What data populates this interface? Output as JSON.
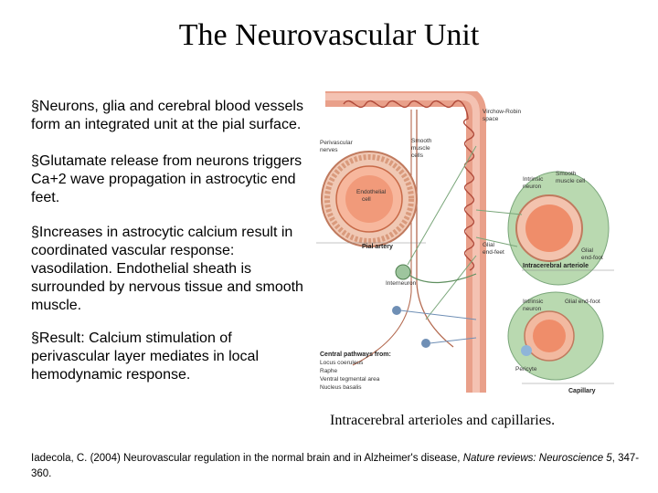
{
  "slide": {
    "title": "The Neurovascular Unit",
    "bullets": [
      "§Neurons, glia and cerebral blood vessels form an integrated unit at the pial surface.",
      "§Glutamate release from neurons triggers Ca+2 wave propagation in astrocytic end feet.",
      "§Increases in astrocytic calcium result in coordinated vascular response: vasodilation. Endothelial sheath is surrounded by nervous tissue and smooth muscle.",
      "§Result: Calcium stimulation of perivascular layer mediates in local hemodynamic response."
    ],
    "caption": "Intracerebral arterioles and capillaries.",
    "citation": {
      "prefix": "Iadecola, C. (2004) Neurovascular regulation in the normal brain and in Alzheimer's disease, ",
      "journal": "Nature reviews: Neuroscience 5",
      "suffix": ", 347-360."
    }
  },
  "figure": {
    "labels": {
      "virchow": "Virchow-Robin",
      "virchow2": "space",
      "perivascular": "Perivascular",
      "perivascular2": "nerves",
      "smooth": "Smooth",
      "smooth2": "muscle",
      "smooth3": "cells",
      "endothelial": "Endothelial",
      "endothelial2": "cell",
      "pial": "Pial artery",
      "intrinsic": "Intrinsic",
      "intrinsic2": "neuron",
      "smooth_b": "Smooth",
      "smooth_b2": "muscle cell",
      "glial": "Glial",
      "glial2": "end-feet",
      "glial_b": "Glial",
      "glial_b2": "end-foot",
      "intracerebral": "Intracerebral arteriole",
      "interneuron": "Interneuron",
      "intrinsic_c": "Intrinsic",
      "intrinsic_c2": "neuron",
      "glial_c": "Glial end-foot",
      "central": "Central pathways from:",
      "locus": "Locus coeruleus",
      "raphe": "Raphe",
      "ventral": "Ventral tegmental area",
      "nucleus": "Nucleus basalis",
      "pericyte": "Pericyte",
      "capillary": "Capillary"
    }
  }
}
